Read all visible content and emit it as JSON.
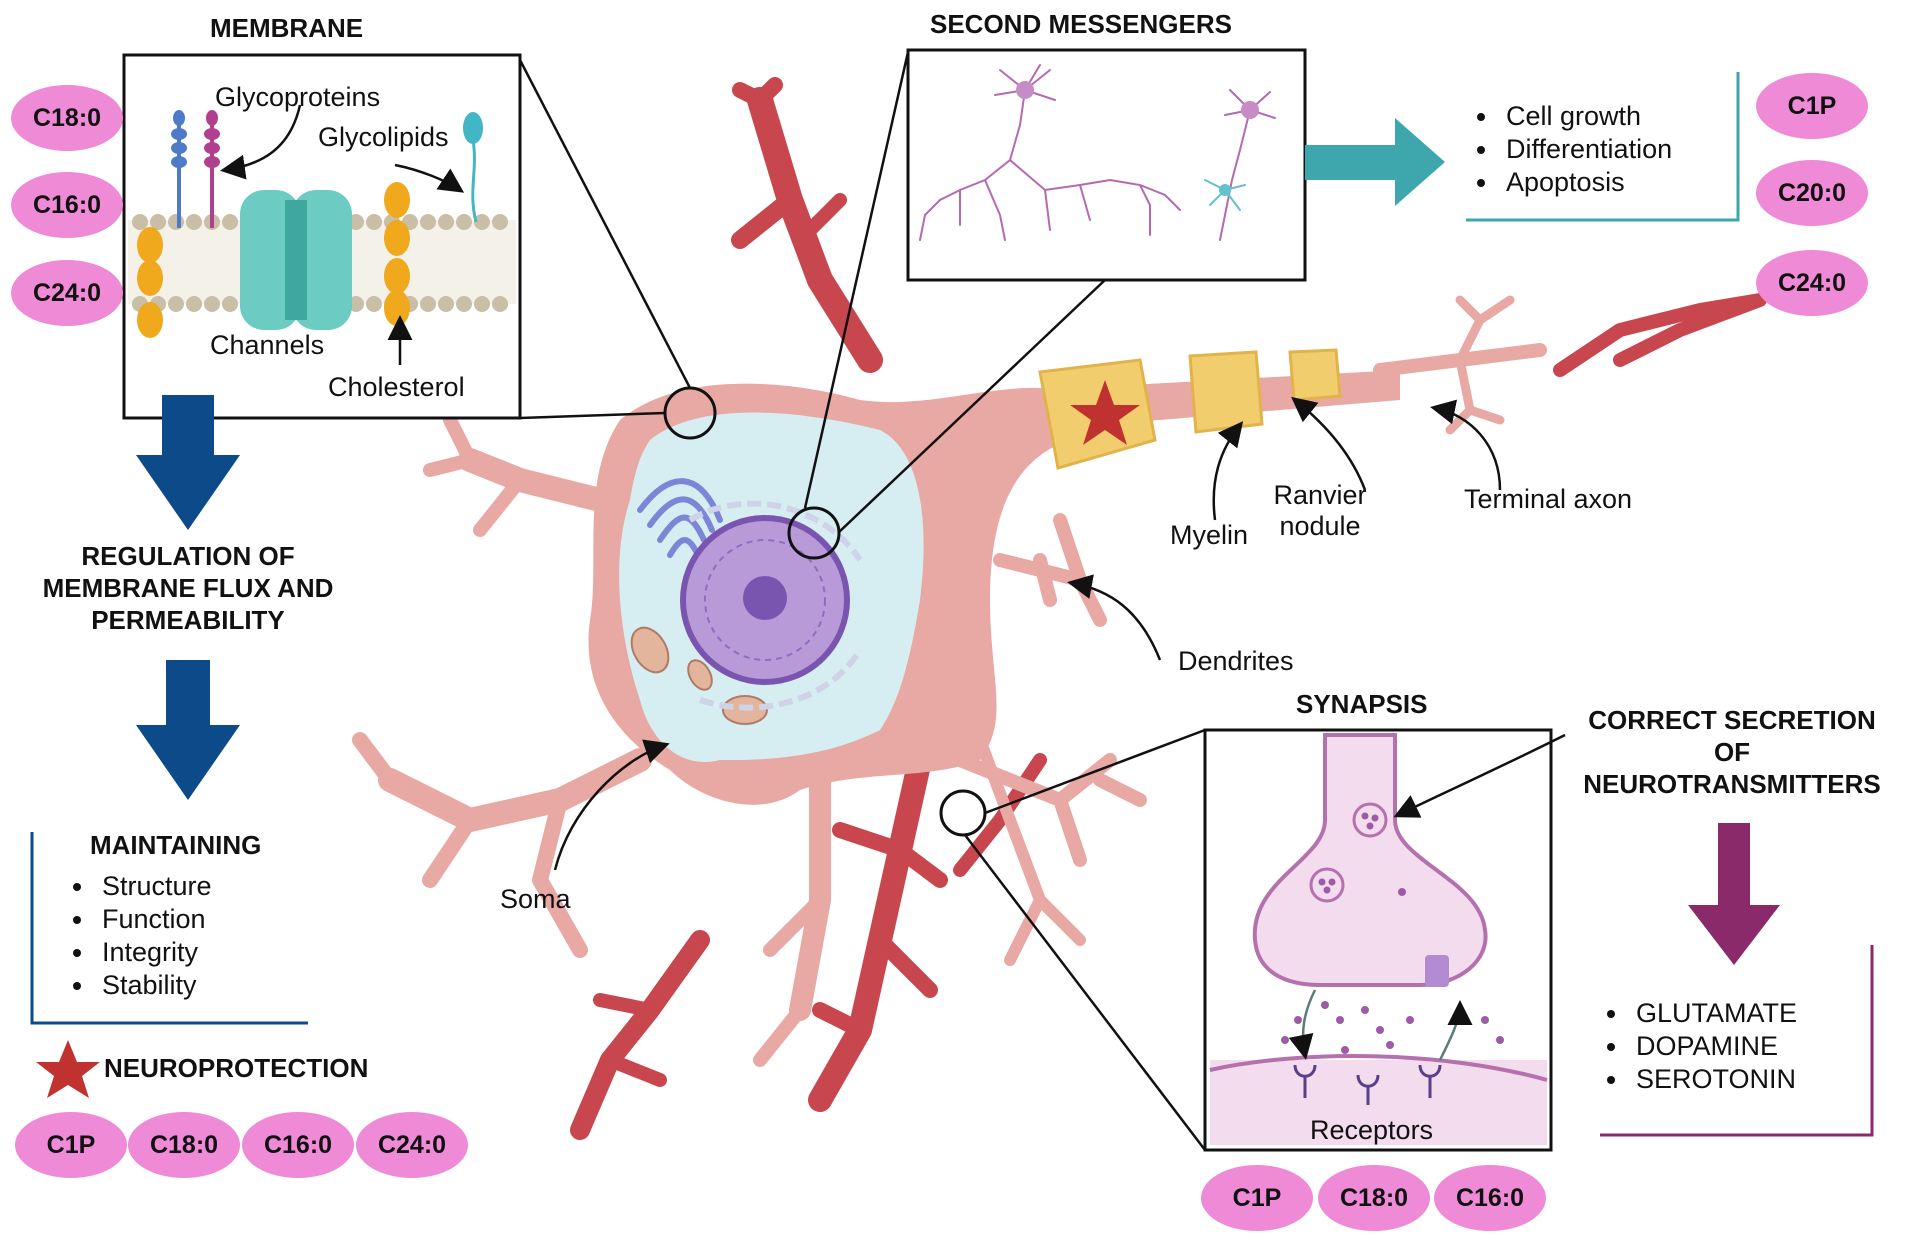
{
  "membrane": {
    "title": "MEMBRANE",
    "labels": {
      "glycoproteins": "Glycoproteins",
      "glycolipids": "Glycolipids",
      "channels": "Channels",
      "cholesterol": "Cholesterol"
    },
    "pills": [
      "C18:0",
      "C16:0",
      "C24:0"
    ]
  },
  "regulation": {
    "line1": "REGULATION OF",
    "line2": "MEMBRANE FLUX AND",
    "line3": "PERMEABILITY"
  },
  "maintaining": {
    "title": "MAINTAINING",
    "items": [
      "Structure",
      "Function",
      "Integrity",
      "Stability"
    ]
  },
  "neuroprotection": {
    "title": "NEUROPROTECTION",
    "pills": [
      "C1P",
      "C18:0",
      "C16:0",
      "C24:0"
    ]
  },
  "second_messengers": {
    "title": "SECOND MESSENGERS",
    "items": [
      "Cell growth",
      "Differentiation",
      "Apoptosis"
    ],
    "pills": [
      "C1P",
      "C20:0",
      "C24:0"
    ]
  },
  "neuron_labels": {
    "myelin": "Myelin",
    "ranvier_1": "Ranvier",
    "ranvier_2": "nodule",
    "terminal_axon": "Terminal axon",
    "dendrites": "Dendrites",
    "soma": "Soma"
  },
  "synapsis": {
    "title": "SYNAPSIS",
    "receptors": "Receptors",
    "pills": [
      "C1P",
      "C18:0",
      "C16:0"
    ]
  },
  "secretion": {
    "line1": "CORRECT SECRETION",
    "line2": "OF",
    "line3": "NEUROTRANSMITTERS",
    "items": [
      "GLUTAMATE",
      "DOPAMINE",
      "SEROTONIN"
    ]
  },
  "colors": {
    "pill": "#ef8ad6",
    "navy_arrow": "#0d4a8a",
    "teal_arrow": "#3ea7ad",
    "purple_arrow": "#8a2a6b",
    "neuron_pink": "#e8a9a4",
    "neuron_red": "#c8474e",
    "soma_fill": "#d6eef2",
    "myelin": "#f1cd6e"
  }
}
